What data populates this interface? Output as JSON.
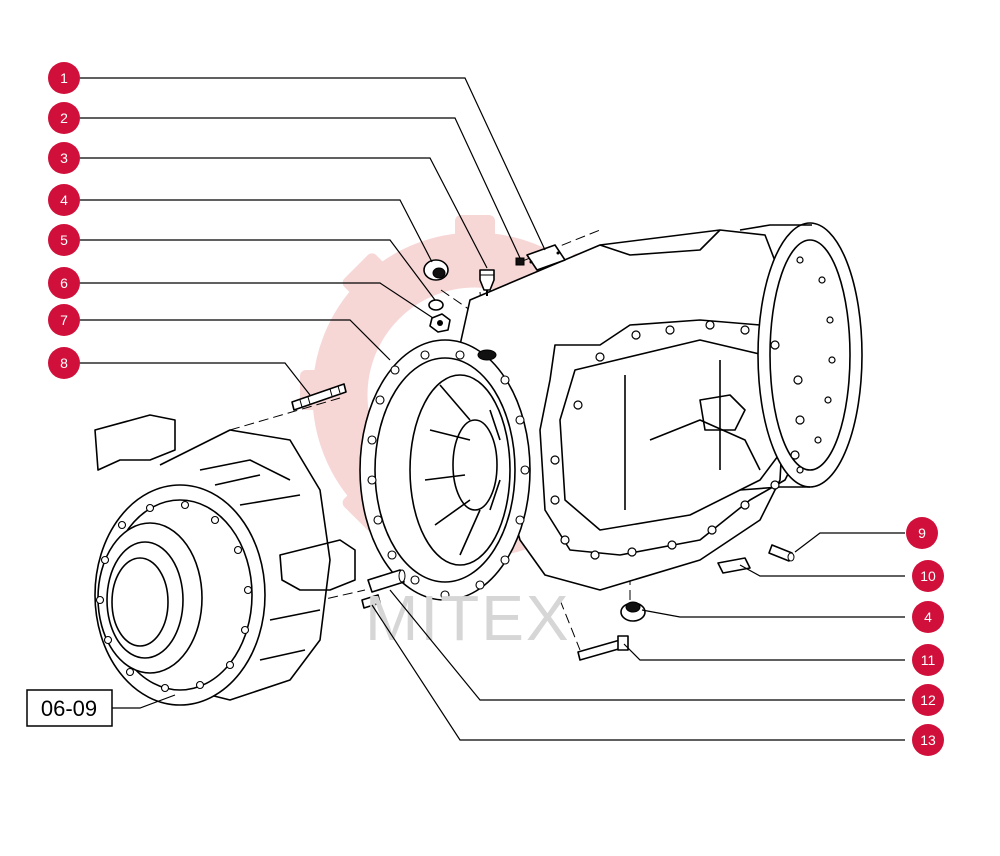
{
  "diagram": {
    "reference_label": "06-09",
    "watermark_text": "MITEX",
    "callout_color": "#d0103a",
    "watermark_color": "#f2b5b5",
    "callouts": [
      {
        "id": "1",
        "label": "1"
      },
      {
        "id": "2",
        "label": "2"
      },
      {
        "id": "3",
        "label": "3"
      },
      {
        "id": "4",
        "label": "4"
      },
      {
        "id": "5",
        "label": "5"
      },
      {
        "id": "6",
        "label": "6"
      },
      {
        "id": "7",
        "label": "7"
      },
      {
        "id": "8",
        "label": "8"
      },
      {
        "id": "9",
        "label": "9"
      },
      {
        "id": "10",
        "label": "10"
      },
      {
        "id": "4b",
        "label": "4"
      },
      {
        "id": "11",
        "label": "11"
      },
      {
        "id": "12",
        "label": "12"
      },
      {
        "id": "13",
        "label": "13"
      }
    ]
  }
}
